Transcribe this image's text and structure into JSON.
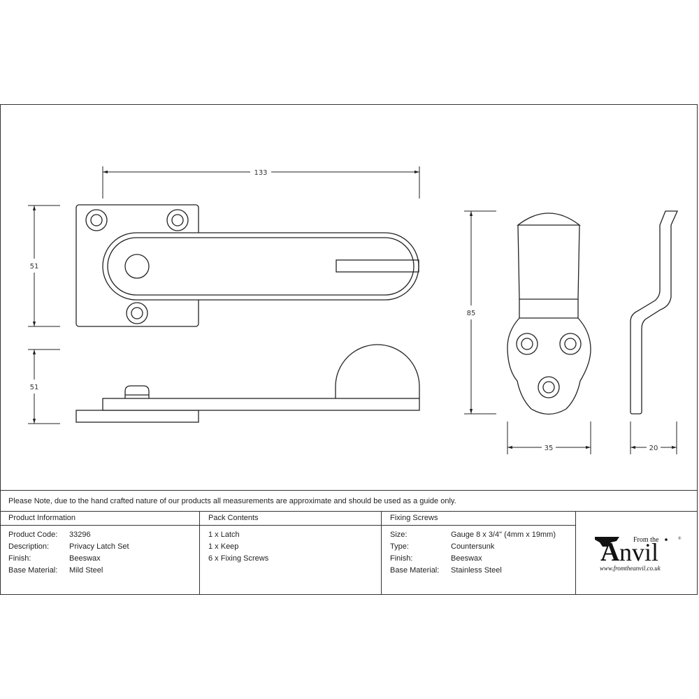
{
  "drawing": {
    "dimensions": {
      "latch_length": "133",
      "latch_height_front": "51",
      "latch_height_side": "51",
      "keep_height": "85",
      "keep_width": "35",
      "keep_depth": "20"
    }
  },
  "note": "Please Note, due to the hand crafted nature of our products all measurements are approximate and should be used as a guide only.",
  "product_information": {
    "title": "Product Information",
    "rows": [
      {
        "label": "Product Code:",
        "value": "33296"
      },
      {
        "label": "Description:",
        "value": "Privacy Latch Set"
      },
      {
        "label": "Finish:",
        "value": "Beeswax"
      },
      {
        "label": "Base Material:",
        "value": "Mild Steel"
      }
    ]
  },
  "pack_contents": {
    "title": "Pack Contents",
    "items": [
      "1 x Latch",
      "1 x Keep",
      "6 x Fixing Screws"
    ]
  },
  "fixing_screws": {
    "title": "Fixing Screws",
    "rows": [
      {
        "label": "Size:",
        "value": "Gauge 8 x 3/4\" (4mm x 19mm)"
      },
      {
        "label": "Type:",
        "value": "Countersunk"
      },
      {
        "label": "Finish:",
        "value": "Beeswax"
      },
      {
        "label": "Base Material:",
        "value": "Stainless Steel"
      }
    ]
  },
  "logo": {
    "from_the": "From the",
    "brand": "nvil",
    "initial": "A",
    "url": "www.fromtheanvil.co.uk",
    "registered": "®"
  }
}
